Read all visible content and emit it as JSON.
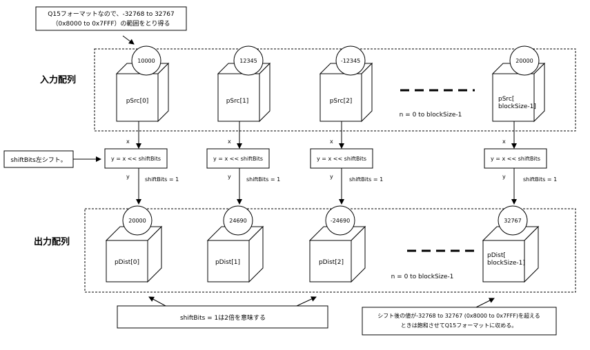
{
  "notes": {
    "top_line1": "Q15フォーマットなので、-32768 to 32767",
    "top_line2": "（0x8000 to 0x7FFF）の範囲をとり得る",
    "shift_label": "shiftBits左シフト。",
    "bottom_center": "shiftBits = 1は2倍を意味する",
    "bottom_right_line1": "シフト後の値が-32768 to 32767 (0x8000 to 0x7FFF)を超える",
    "bottom_right_line2": "ときは飽和させてQ15フォーマットに収める。"
  },
  "input": {
    "label": "入力配列",
    "range": "n = 0 to blockSize-1",
    "items": [
      {
        "value": "10000",
        "name": "pSrc[0]"
      },
      {
        "value": "12345",
        "name": "pSrc[1]"
      },
      {
        "value": "-12345",
        "name": "pSrc[2]"
      },
      {
        "value": "20000",
        "name_line1": "pSrc[",
        "name_line2": "blockSize-1]"
      }
    ]
  },
  "op": {
    "formula": "y = x << shiftBits",
    "x_label": "x",
    "y_label": "y",
    "param": "shiftBits = 1"
  },
  "output": {
    "label": "出力配列",
    "range": "n = 0 to blockSize-1",
    "items": [
      {
        "value": "20000",
        "name": "pDist[0]"
      },
      {
        "value": "24690",
        "name": "pDist[1]"
      },
      {
        "value": "-24690",
        "name": "pDist[2]"
      },
      {
        "value": "32767",
        "name_line1": "pDist[",
        "name_line2": "blockSize-1]"
      }
    ]
  }
}
